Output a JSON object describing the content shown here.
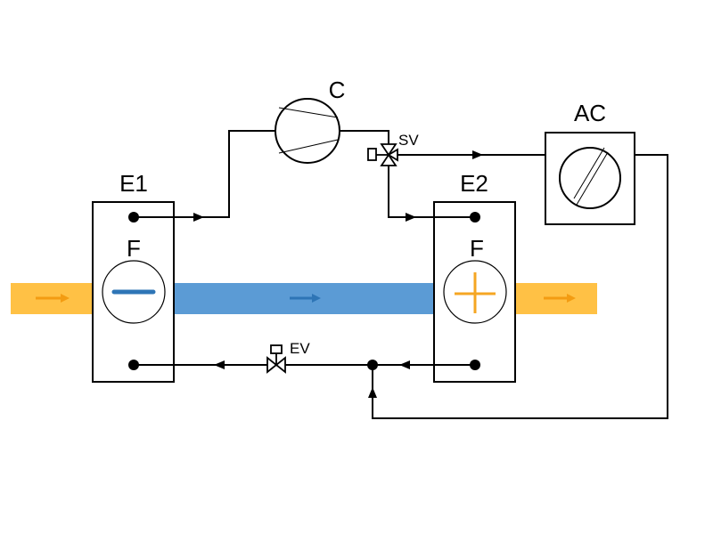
{
  "labels": {
    "compressor": "C",
    "air_conditioner": "AC",
    "exchanger_1": "E1",
    "exchanger_2": "E2",
    "fan_1": "F",
    "fan_2": "F",
    "switch_valve": "SV",
    "expansion_valve": "EV"
  },
  "colors": {
    "line": "#000000",
    "cold_stream": "#5B9BD5",
    "warm_stream": "#FFC145",
    "cold_arrow": "#2E75B6",
    "warm_arrow": "#F39C12",
    "heating_symbol": "#F5A623",
    "cooling_symbol": "#2E75B6"
  },
  "icons": {
    "compressor": "compressor-icon",
    "air_conditioner": "air-conditioner-icon",
    "fan_cooling": "minus-fan-icon",
    "fan_heating": "plus-fan-icon",
    "switch_valve": "three-way-valve-icon",
    "expansion_valve": "expansion-valve-icon"
  }
}
